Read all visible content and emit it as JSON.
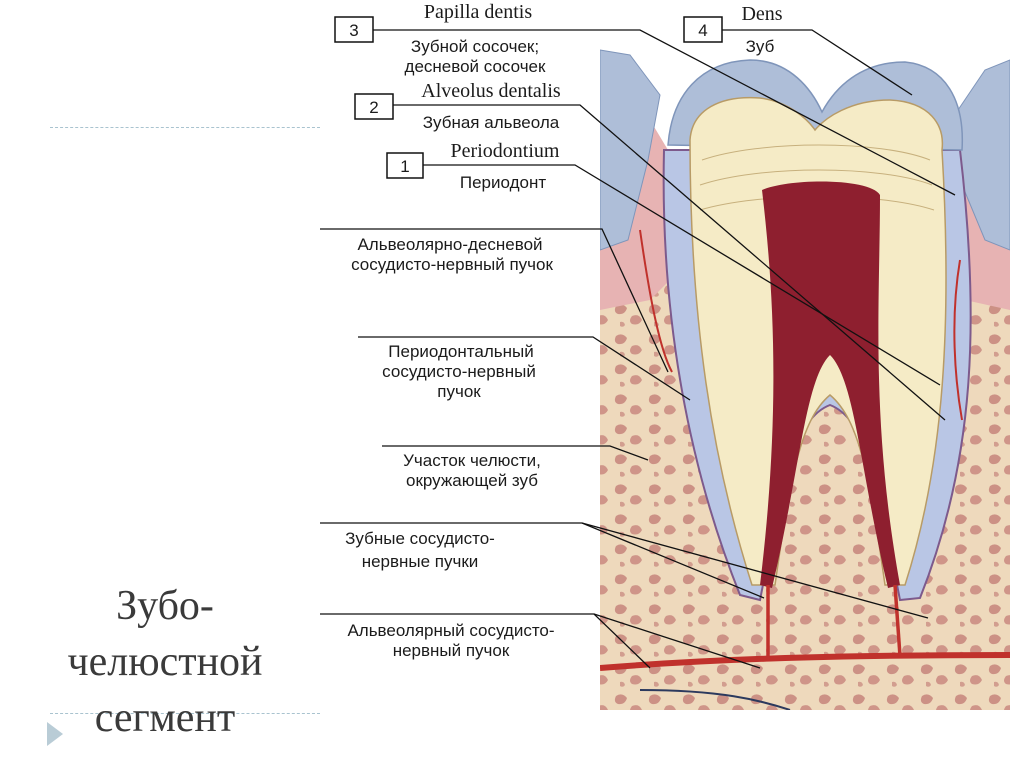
{
  "title": {
    "lines": [
      "Зубо-",
      "челюстной",
      "сегмент"
    ]
  },
  "colors": {
    "enamel": "#aebed8",
    "dentin": "#f5ebc6",
    "pulp": "#8e1f2f",
    "gingiva": "#e7b3b3",
    "bone": "#eed9bc",
    "bone_cavity": "#c7857c",
    "vessel": "#c0312c"
  },
  "labels": {
    "papilla": {
      "num": "3",
      "latin": "Papilla dentis",
      "ru1": "Зубной сосочек;",
      "ru2": "десневой сосочек"
    },
    "dens": {
      "num": "4",
      "latin": "Dens",
      "ru1": "Зуб"
    },
    "alveolus": {
      "num": "2",
      "latin": "Alveolus dentalis",
      "ru1": "Зубная альвеола"
    },
    "periodontium": {
      "num": "1",
      "latin": "Periodontium",
      "ru1": "Периодонт"
    },
    "alv_ging": {
      "l1": "Альвеолярно-десневой",
      "l2": "сосудисто-нервный пучок"
    },
    "period_bundle": {
      "l1": "Периодонтальный",
      "l2": "сосудисто-нервный",
      "l3": "пучок"
    },
    "jaw": {
      "l1": "Участок челюсти,",
      "l2": "окружающей зуб"
    },
    "dental_bundles": {
      "l1": "Зубные сосудисто-",
      "l2": "нервные пучки"
    },
    "alv_bundle": {
      "l1": "Альвеолярный сосудисто-",
      "l2": "нервный пучок"
    }
  }
}
